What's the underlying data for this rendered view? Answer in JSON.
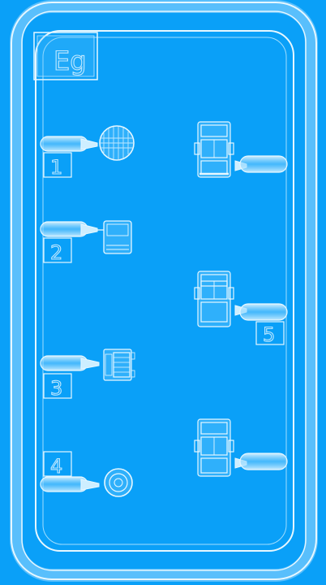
{
  "sprue": {
    "code": "Eg",
    "parts": [
      {
        "number": "1",
        "shape": "round-disc"
      },
      {
        "number": "2",
        "shape": "small-block"
      },
      {
        "number": "3",
        "shape": "grille-block"
      },
      {
        "number": "4",
        "shape": "ring"
      },
      {
        "number": "5",
        "shape": "bracket-assembly"
      }
    ]
  },
  "colors": {
    "background": "#0aa0f8",
    "plastic": "#bfe8ff",
    "plastic_edge": "#e6f7ff"
  }
}
